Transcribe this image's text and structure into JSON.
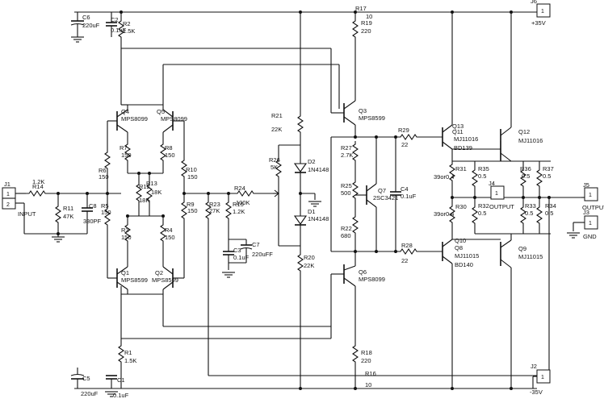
{
  "components": {
    "c6": {
      "ref": "C6",
      "val": "220uF"
    },
    "c5": {
      "ref": "C5",
      "val": "220uF"
    },
    "c1": {
      "ref": "C1",
      "val": "0.1uF"
    },
    "c2": {
      "ref": "C2",
      "val": "0.1uF"
    },
    "c3": {
      "ref": "C3",
      "val": "0.1uF"
    },
    "c4": {
      "ref": "C4",
      "val": "0.1uF"
    },
    "c7": {
      "ref": "C7",
      "val": "220uFF"
    },
    "c8": {
      "ref": "C8",
      "val": "330PF"
    },
    "r1": {
      "ref": "R1",
      "val": "1.5K"
    },
    "r2": {
      "ref": "R2",
      "val": "1.5K"
    },
    "r3": {
      "ref": "R3",
      "val": "150"
    },
    "r4": {
      "ref": "R4",
      "val": "150"
    },
    "r5": {
      "ref": "R5",
      "val": "150"
    },
    "r6": {
      "ref": "R6",
      "val": "150"
    },
    "r7": {
      "ref": "R7",
      "val": "150"
    },
    "r8": {
      "ref": "R8",
      "val": "150"
    },
    "r9": {
      "ref": "R9",
      "val": "150"
    },
    "r10": {
      "ref": "R10",
      "val": "150"
    },
    "r11": {
      "ref": "R11",
      "val": "47K"
    },
    "r12": {
      "ref": "R12",
      "val": "18K"
    },
    "r13": {
      "ref": "R13",
      "val": "18K"
    },
    "r14": {
      "ref": "R14",
      "val": "1.2K"
    },
    "r15": {
      "ref": "R15",
      "val": "1.2K"
    },
    "r16": {
      "ref": "R16",
      "val": "10"
    },
    "r17": {
      "ref": "R17",
      "val": "10"
    },
    "r18": {
      "ref": "R18",
      "val": "220"
    },
    "r19": {
      "ref": "R19",
      "val": "220"
    },
    "r20": {
      "ref": "R20",
      "val": "22K"
    },
    "r21": {
      "ref": "R21",
      "val": "22K"
    },
    "r22": {
      "ref": "R22",
      "val": "680"
    },
    "r23": {
      "ref": "R23",
      "val": "27K"
    },
    "r24": {
      "ref": "R24",
      "val": "100K"
    },
    "r25": {
      "ref": "R25",
      "val": "500"
    },
    "r26": {
      "ref": "R26",
      "val": "5K"
    },
    "r27": {
      "ref": "R27",
      "val": "2.7K"
    },
    "r28": {
      "ref": "R28",
      "val": "22"
    },
    "r29": {
      "ref": "R29",
      "val": "22"
    },
    "r30": {
      "ref": "R30",
      "val": "39or0.4"
    },
    "r31": {
      "ref": "R31",
      "val": "39or0.4"
    },
    "r32": {
      "ref": "R32",
      "val": "0.5"
    },
    "r33": {
      "ref": "R33",
      "val": "0.5"
    },
    "r34": {
      "ref": "R34",
      "val": "0.5"
    },
    "r35": {
      "ref": "R35",
      "val": "0.5"
    },
    "r36": {
      "ref": "R36",
      "val": "0.5"
    },
    "r37": {
      "ref": "R37",
      "val": "0.5"
    },
    "q1": {
      "ref": "Q1",
      "val": "MPS8599"
    },
    "q2": {
      "ref": "Q2",
      "val": "MPS8599"
    },
    "q3": {
      "ref": "Q3",
      "val": "MPS8599"
    },
    "q4": {
      "ref": "Q4",
      "val": "MPS8099"
    },
    "q5": {
      "ref": "Q5",
      "val": "MPS8099"
    },
    "q6": {
      "ref": "Q6",
      "val": "MPS8099"
    },
    "q7": {
      "ref": "Q7",
      "val": "2SC3421"
    },
    "q8": {
      "ref": "Q8",
      "val": "MJ11015"
    },
    "q9": {
      "ref": "Q9",
      "val": "MJ11015"
    },
    "q10": {
      "ref": "Q10",
      "val": "BD140"
    },
    "q11": {
      "ref": "Q11",
      "val": "MJ11016"
    },
    "q12": {
      "ref": "Q12",
      "val": "MJ11016"
    },
    "q13": {
      "ref": "Q13",
      "val": "BD139"
    },
    "d1": {
      "ref": "D1",
      "val": "1N4148"
    },
    "d2": {
      "ref": "D2",
      "val": "1N4148"
    }
  },
  "connectors": {
    "j1": {
      "ref": "J1",
      "pins": [
        "1",
        "2"
      ],
      "label": "INPUT"
    },
    "j2": {
      "ref": "J2",
      "pin": "1",
      "label": "-35V"
    },
    "j3": {
      "ref": "J3",
      "pin": "1",
      "label": "GND"
    },
    "j4": {
      "ref": "J4",
      "pin": "1",
      "label": "OUTPUT"
    },
    "j5": {
      "ref": "J5",
      "pin": "1",
      "label": "OUTPUT"
    },
    "j6": {
      "ref": "J6",
      "pin": "1",
      "label": "+35V"
    }
  }
}
